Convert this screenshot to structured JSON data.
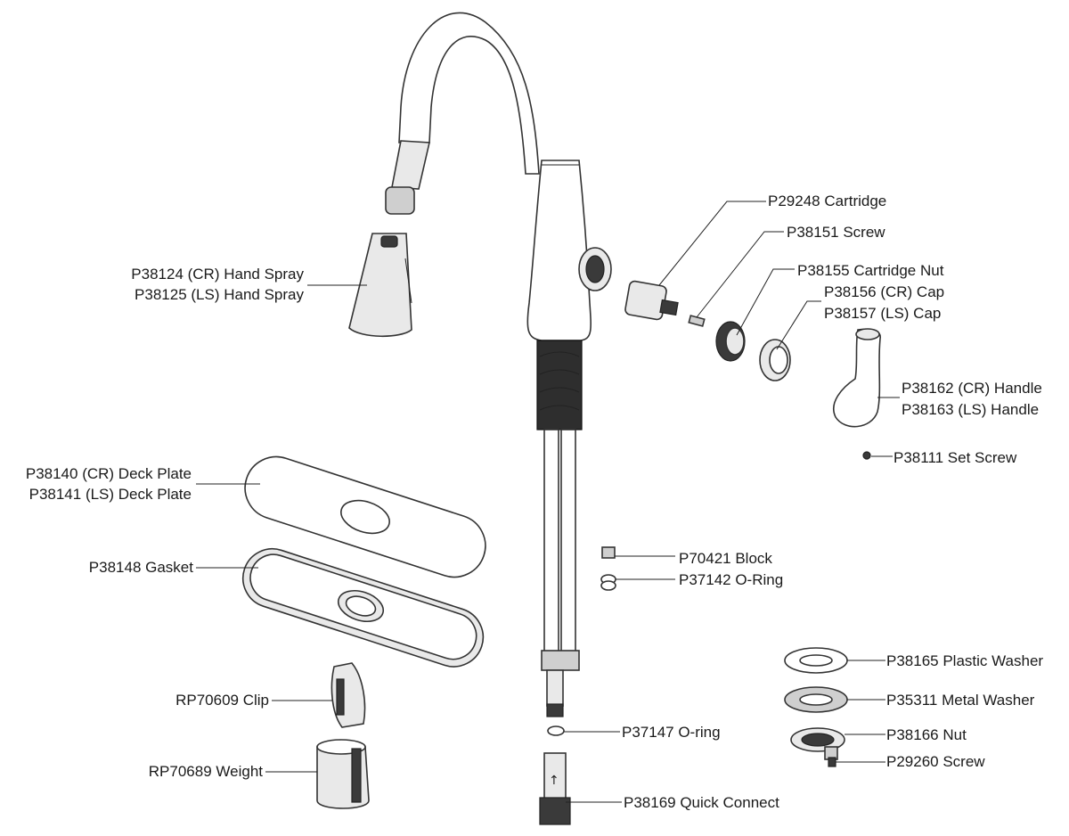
{
  "labels": {
    "hand_spray_cr": "P38124 (CR) Hand Spray",
    "hand_spray_ls": "P38125 (LS) Hand Spray",
    "cartridge": "P29248 Cartridge",
    "screw": "P38151 Screw",
    "cartridge_nut": "P38155 Cartridge Nut",
    "cap_cr": "P38156 (CR) Cap",
    "cap_ls": "P38157 (LS) Cap",
    "handle_cr": "P38162 (CR) Handle",
    "handle_ls": "P38163 (LS) Handle",
    "set_screw": "P38111 Set Screw",
    "deck_plate_cr": "P38140 (CR) Deck Plate",
    "deck_plate_ls": "P38141 (LS) Deck Plate",
    "gasket": "P38148 Gasket",
    "block": "P70421 Block",
    "o_ring_1": "P37142 O-Ring",
    "plastic_washer": "P38165 Plastic Washer",
    "metal_washer": "P35311 Metal Washer",
    "nut": "P38166 Nut",
    "screw_2": "P29260 Screw",
    "clip": "RP70609 Clip",
    "o_ring_2": "P37147 O-ring",
    "weight": "RP70689 Weight",
    "quick_connect": "P38169 Quick Connect"
  }
}
